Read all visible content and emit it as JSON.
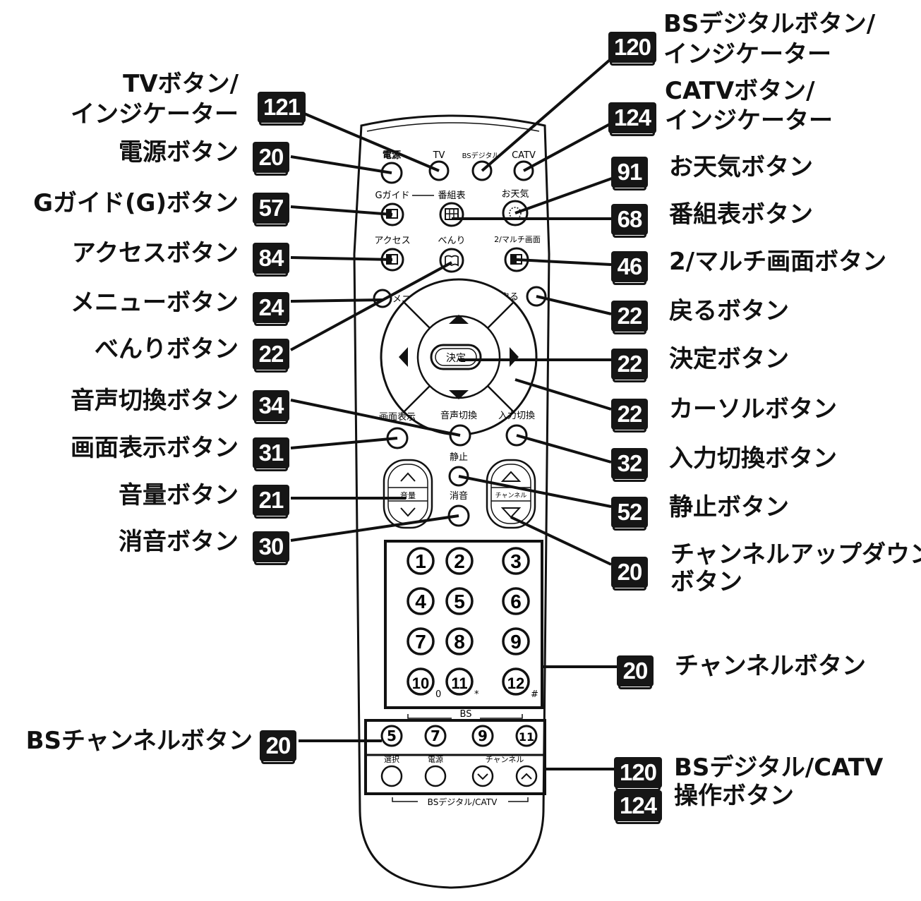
{
  "remote": {
    "top_labels": {
      "power": "電源",
      "tv": "TV",
      "bs_digital": "BSデジタル",
      "catv": "CATV",
      "g_guide": "Gガイド",
      "program_table": "番組表",
      "weather": "お天気",
      "access": "アクセス",
      "benri": "べんり",
      "multi_screen": "2/マルチ画面",
      "menu": "メニュー",
      "back": "戻る",
      "enter": "決定",
      "screen_display": "画面表示",
      "audio_switch": "音声切換",
      "input_switch": "入力切換",
      "freeze": "静止",
      "volume": "音量",
      "channel": "チャンネル",
      "mute": "消音",
      "bs_bracket": "BS",
      "select": "選択",
      "power2": "電源",
      "channel2": "チャンネル",
      "bs_catv_bracket": "BSデジタル/CATV"
    },
    "number_keys": [
      "1",
      "2",
      "3",
      "4",
      "5",
      "6",
      "7",
      "8",
      "9",
      "10",
      "11",
      "12"
    ],
    "number_subs": [
      "0",
      "*",
      "#"
    ],
    "bs_keys": [
      "5",
      "7",
      "9",
      "11"
    ]
  },
  "callouts": [
    {
      "id": "tv",
      "side": "left",
      "lines": [
        "TVボタン/",
        "インジケーター"
      ],
      "page": "121"
    },
    {
      "id": "power",
      "side": "left",
      "lines": [
        "電源ボタン"
      ],
      "page": "20"
    },
    {
      "id": "gguide",
      "side": "left",
      "lines": [
        "Gガイド(G)ボタン"
      ],
      "page": "57"
    },
    {
      "id": "access",
      "side": "left",
      "lines": [
        "アクセスボタン"
      ],
      "page": "84"
    },
    {
      "id": "menu",
      "side": "left",
      "lines": [
        "メニューボタン"
      ],
      "page": "24"
    },
    {
      "id": "benri",
      "side": "left",
      "lines": [
        "べんりボタン"
      ],
      "page": "22"
    },
    {
      "id": "audio",
      "side": "left",
      "lines": [
        "音声切換ボタン"
      ],
      "page": "34"
    },
    {
      "id": "display",
      "side": "left",
      "lines": [
        "画面表示ボタン"
      ],
      "page": "31"
    },
    {
      "id": "volume",
      "side": "left",
      "lines": [
        "音量ボタン"
      ],
      "page": "21"
    },
    {
      "id": "mute",
      "side": "left",
      "lines": [
        "消音ボタン"
      ],
      "page": "30"
    },
    {
      "id": "bsch",
      "side": "left",
      "lines": [
        "BSチャンネルボタン"
      ],
      "page": "20"
    },
    {
      "id": "bsdig",
      "side": "right",
      "lines": [
        "BSデジタルボタン/",
        "インジケーター"
      ],
      "page": "120"
    },
    {
      "id": "catv",
      "side": "right",
      "lines": [
        "CATVボタン/",
        "インジケーター"
      ],
      "page": "124"
    },
    {
      "id": "weather",
      "side": "right",
      "lines": [
        "お天気ボタン"
      ],
      "page": "91"
    },
    {
      "id": "ptable",
      "side": "right",
      "lines": [
        "番組表ボタン"
      ],
      "page": "68"
    },
    {
      "id": "multi",
      "side": "right",
      "lines": [
        "2/マルチ画面ボタン"
      ],
      "page": "46"
    },
    {
      "id": "back",
      "side": "right",
      "lines": [
        "戻るボタン"
      ],
      "page": "22"
    },
    {
      "id": "enter",
      "side": "right",
      "lines": [
        "決定ボタン"
      ],
      "page": "22"
    },
    {
      "id": "cursor",
      "side": "right",
      "lines": [
        "カーソルボタン"
      ],
      "page": "22"
    },
    {
      "id": "input",
      "side": "right",
      "lines": [
        "入力切換ボタン"
      ],
      "page": "32"
    },
    {
      "id": "freeze",
      "side": "right",
      "lines": [
        "静止ボタン"
      ],
      "page": "52"
    },
    {
      "id": "chupdown",
      "side": "right",
      "lines": [
        "チャンネルアップダウン",
        "ボタン"
      ],
      "page": "20"
    },
    {
      "id": "channel",
      "side": "right",
      "lines": [
        "チャンネルボタン"
      ],
      "page": "20"
    },
    {
      "id": "bscatvop",
      "side": "right",
      "lines": [
        "BSデジタル/CATV",
        "操作ボタン"
      ],
      "page": "120",
      "page2": "124"
    }
  ]
}
